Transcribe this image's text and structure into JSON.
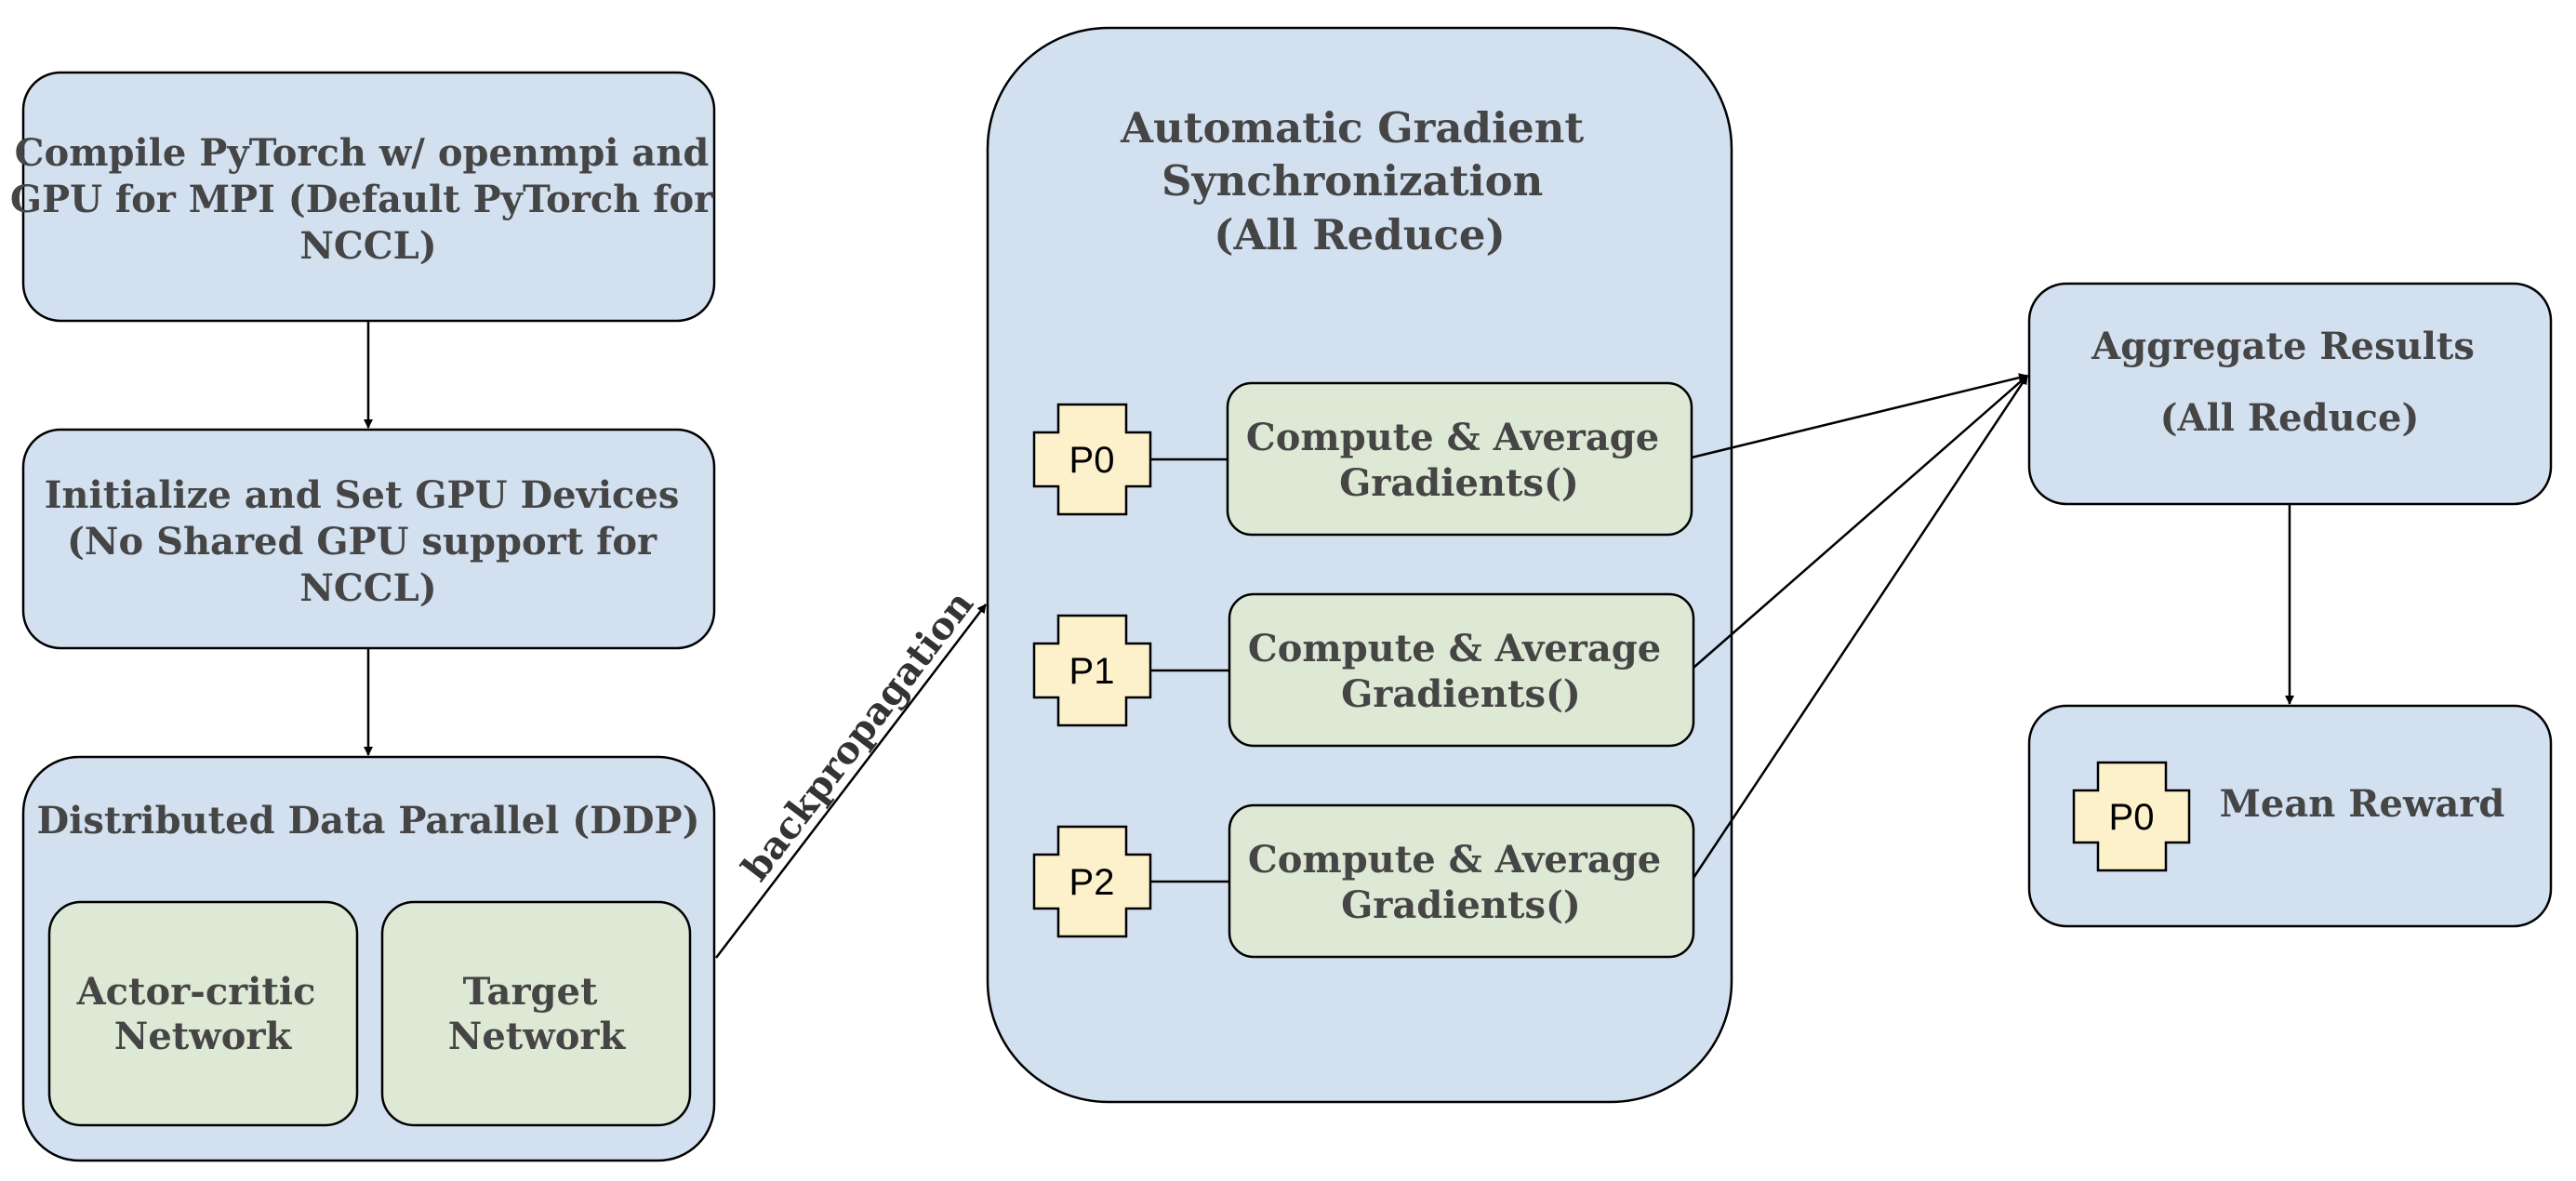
{
  "colors": {
    "blue_box": "#d3e0f0",
    "green_box": "#dde8d5",
    "cross_fill": "#fdf1cb",
    "stroke": "#000000",
    "text": "#454545"
  },
  "nodes": {
    "compile": {
      "lines": [
        "Compile PyTorch w/ openmpi and",
        "GPU for MPI (Default PyTorch for",
        "NCCL)"
      ]
    },
    "initialize": {
      "lines": [
        "Initialize and Set GPU Devices",
        "(No Shared GPU support for",
        "NCCL)"
      ]
    },
    "ddp": {
      "title": "Distributed Data Parallel (DDP)",
      "actor_critic_lines": [
        "Actor-critic",
        "Network"
      ],
      "target_lines": [
        "Target",
        "Network"
      ]
    },
    "sync": {
      "title_lines": [
        "Automatic Gradient",
        "Synchronization",
        "(All Reduce)"
      ],
      "processes": [
        {
          "label": "P0",
          "task_lines": [
            "Compute & Average",
            "Gradients()"
          ]
        },
        {
          "label": "P1",
          "task_lines": [
            "Compute & Average",
            "Gradients()"
          ]
        },
        {
          "label": "P2",
          "task_lines": [
            "Compute & Average",
            "Gradients()"
          ]
        }
      ]
    },
    "aggregate": {
      "lines": [
        "Aggregate Results",
        "(All Reduce)"
      ]
    },
    "mean": {
      "process_label": "P0",
      "label": "Mean Reward"
    }
  },
  "edges": {
    "backprop_label": "backpropagation"
  }
}
